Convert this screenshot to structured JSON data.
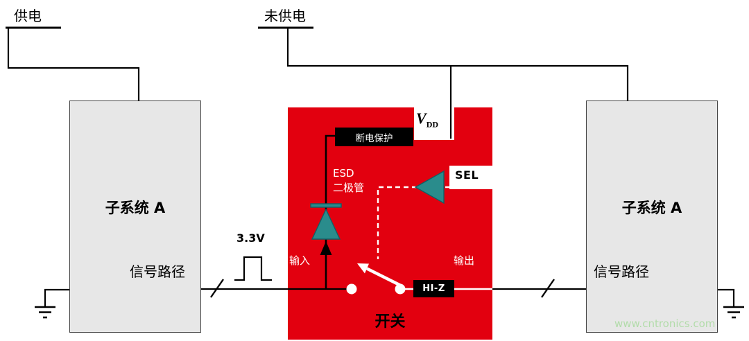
{
  "rails": {
    "powered": {
      "label": "供电"
    },
    "unpowered": {
      "label": "未供电"
    }
  },
  "subsystems": {
    "left": {
      "title": "子系统 A",
      "signal_path": "信号路径"
    },
    "right": {
      "title": "子系统 A",
      "signal_path": "信号路径"
    }
  },
  "signal": {
    "pulse_label": "3.3V"
  },
  "switch_block": {
    "title": "开关",
    "protection_label": "断电保护",
    "vdd": {
      "base": "V",
      "sub": "DD"
    },
    "sel_label": "SEL",
    "esd": {
      "line1": "ESD",
      "line2": "二极管"
    },
    "input_label": "输入",
    "output_label": "输出",
    "hiz_label": "HI-Z"
  },
  "watermark": "www.cntronics.com",
  "colors": {
    "switch_body": "#e2000f",
    "teal": "#2a8c8c",
    "subsystem_fill": "#e7e7e7",
    "subsystem_border": "#454545",
    "wire": "#000000",
    "white_wire": "#ffffff",
    "watermark_green": "#b2dcaa"
  }
}
